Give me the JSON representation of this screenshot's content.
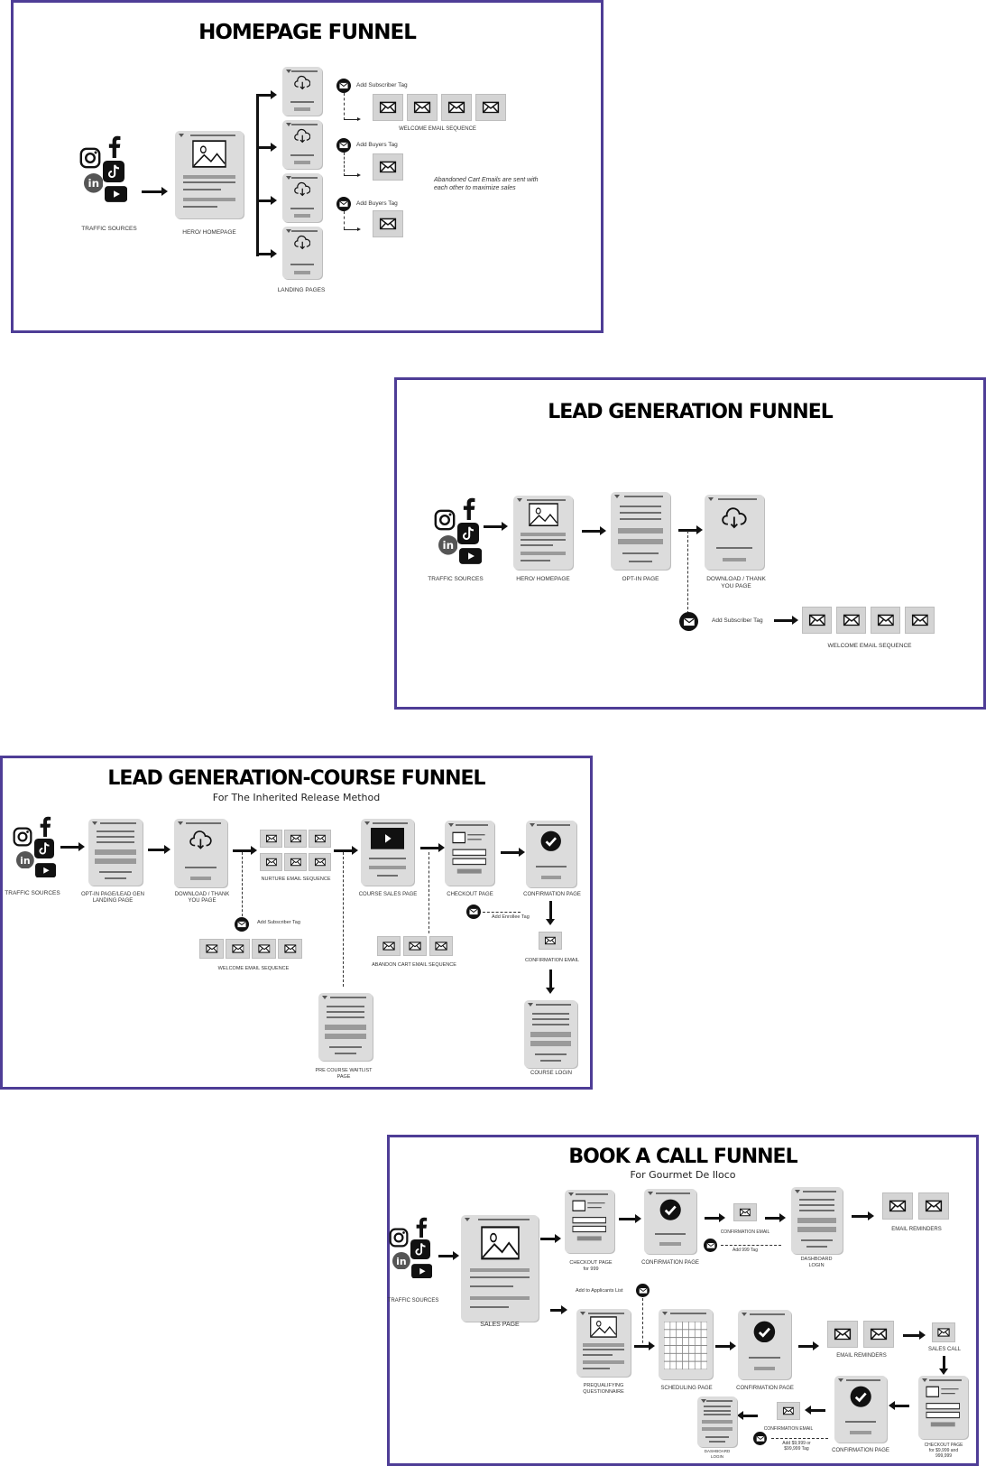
{
  "colors": {
    "panel_border": "#4e3d96",
    "page_fill": "#dcdcdc",
    "ink": "#111111"
  },
  "homepage_funnel": {
    "title": "HOMEPAGE FUNNEL",
    "traffic_sources": "TRAFFIC SOURCES",
    "hero_homepage": "HERO/ HOMEPAGE",
    "landing_pages": "LANDING PAGES",
    "add_subscriber_tag": "Add Subscriber Tag",
    "add_buyers_tag_1": "Add Buyers Tag",
    "add_buyers_tag_2": "Add Buyers Tag",
    "welcome_email_sequence": "WELCOME EMAIL SEQUENCE",
    "abandoned_cart_note": "Abandoned Cart Emails are sent with each other to maximize sales"
  },
  "lead_gen_funnel": {
    "title": "LEAD GENERATION FUNNEL",
    "traffic_sources": "TRAFFIC SOURCES",
    "hero_homepage": "HERO/ HOMEPAGE",
    "opt_in_page": "OPT-IN PAGE",
    "download_thank_you_1": "DOWNLOAD / THANK",
    "download_thank_you_2": "YOU PAGE",
    "add_subscriber_tag": "Add Subscriber Tag",
    "welcome_email_sequence": "WELCOME EMAIL SEQUENCE"
  },
  "course_funnel": {
    "title": "LEAD GENERATION-COURSE FUNNEL",
    "subtitle": "For The Inherited Release Method",
    "traffic_sources": "TRAFFIC SOURCES",
    "opt_in_1": "OPT-IN PAGE/LEAD GEN",
    "opt_in_2": "LANDING PAGE",
    "download_1": "DOWNLOAD / THANK",
    "download_2": "YOU PAGE",
    "nurture_email_sequence": "NURTURE EMAIL SEQUENCE",
    "course_sales_page": "COURSE SALES PAGE",
    "checkout_page": "CHECKOUT PAGE",
    "confirmation_page": "CONFIRMATION PAGE",
    "add_subscriber_tag": "Add Subscriber Tag",
    "welcome_email_sequence": "WELCOME EMAIL SEQUENCE",
    "abandon_cart_email_sequence": "ABANDON CART EMAIL SEQUENCE",
    "add_enrollee_tag": "Add Enrollee Tag",
    "confirmation_email": "CONFIRMATION EMAIL",
    "pre_course_1": "PRE COURSE WAITLIST",
    "pre_course_2": "PAGE",
    "course_login": "COURSE LOGIN"
  },
  "book_call_funnel": {
    "title": "BOOK A CALL FUNNEL",
    "subtitle": "For Gourmet De Iloco",
    "traffic_sources": "TRAFFIC SOURCES",
    "sales_page": "SALES PAGE",
    "checkout_1": "CHECKOUT PAGE",
    "checkout_2": "for 999",
    "confirmation_page_top": "CONFIRMATION PAGE",
    "confirmation_email_top": "CONFIRMATION EMAIL",
    "add_999_tag": "Add 999 Tag",
    "dashboard_1": "DASHBOARD",
    "dashboard_2": "LOGIN",
    "email_reminders_top": "EMAIL REMINDERS",
    "add_to_applicants": "Add to Applicants List",
    "prequalifying_1": "PREQUALIFYING",
    "prequalifying_2": "QUESTIONNAIRE",
    "scheduling_page": "SCHEDULING PAGE",
    "confirmation_page_mid": "CONFIRMATION PAGE",
    "email_reminders_mid": "EMAIL REMINDERS",
    "sales_call": "SALES CALL",
    "checkout_b1": "CHECKOUT PAGE",
    "checkout_b2": "for $9,999 and",
    "checkout_b3": "999,999",
    "confirmation_page_bottom": "CONFIRMATION PAGE",
    "confirmation_email_bottom": "CONFIRMATION EMAIL",
    "add_tag_1": "Add $9,999 or",
    "add_tag_2": "$99,999 Tag",
    "dash_b1": "DASHBOARD",
    "dash_b2": "LOGIN"
  }
}
